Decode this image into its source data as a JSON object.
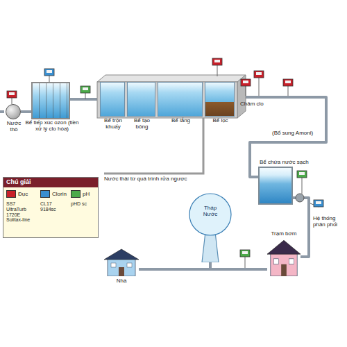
{
  "diagram": {
    "nodes": [
      {
        "text": [
          "Nước thô"
        ]
      },
      {
        "text": [
          "Bể tiếp xúc ozon (tiền xử lý clo hóa)"
        ]
      },
      {
        "text": [
          "Bể trộn khuấy"
        ]
      },
      {
        "text": [
          "Bể tạo bông"
        ]
      },
      {
        "text": [
          "Bể lắng"
        ]
      },
      {
        "text": [
          "Bể lọc"
        ]
      },
      {
        "text": [
          "Bể chứa nước sạch"
        ]
      },
      {
        "text": [
          "Tháp Nước"
        ]
      },
      {
        "text": [
          "Trạm bơm"
        ]
      },
      {
        "text": [
          "Nhà"
        ]
      }
    ],
    "edges": [
      {
        "from": 0,
        "to": 1,
        "arrow": "none"
      },
      {
        "from": 1,
        "to": 2,
        "arrow": "none"
      },
      {
        "from": 5,
        "to": 6,
        "arrow": "none"
      },
      {
        "from": 6,
        "to": 8,
        "arrow": "none"
      },
      {
        "from": 8,
        "to": 7,
        "arrow": "none"
      },
      {
        "from": 8,
        "to": 9,
        "arrow": "none"
      }
    ],
    "labels": [
      "Châm clo",
      "(Bổ sung Amoni)",
      "Nước thải từ quá trình rửa ngược",
      "Chú giải",
      "SS7 UltraTurb 1720E Solitax-line",
      "CL17 9184sc",
      "pHD sc",
      "Hệ thống phân phối"
    ],
    "legend": [
      {
        "text": "Đục",
        "color": "#c8202a"
      },
      {
        "text": "Clorin",
        "color": "#3a8fd0"
      },
      {
        "text": "pH",
        "color": "#4caa4a"
      }
    ]
  }
}
